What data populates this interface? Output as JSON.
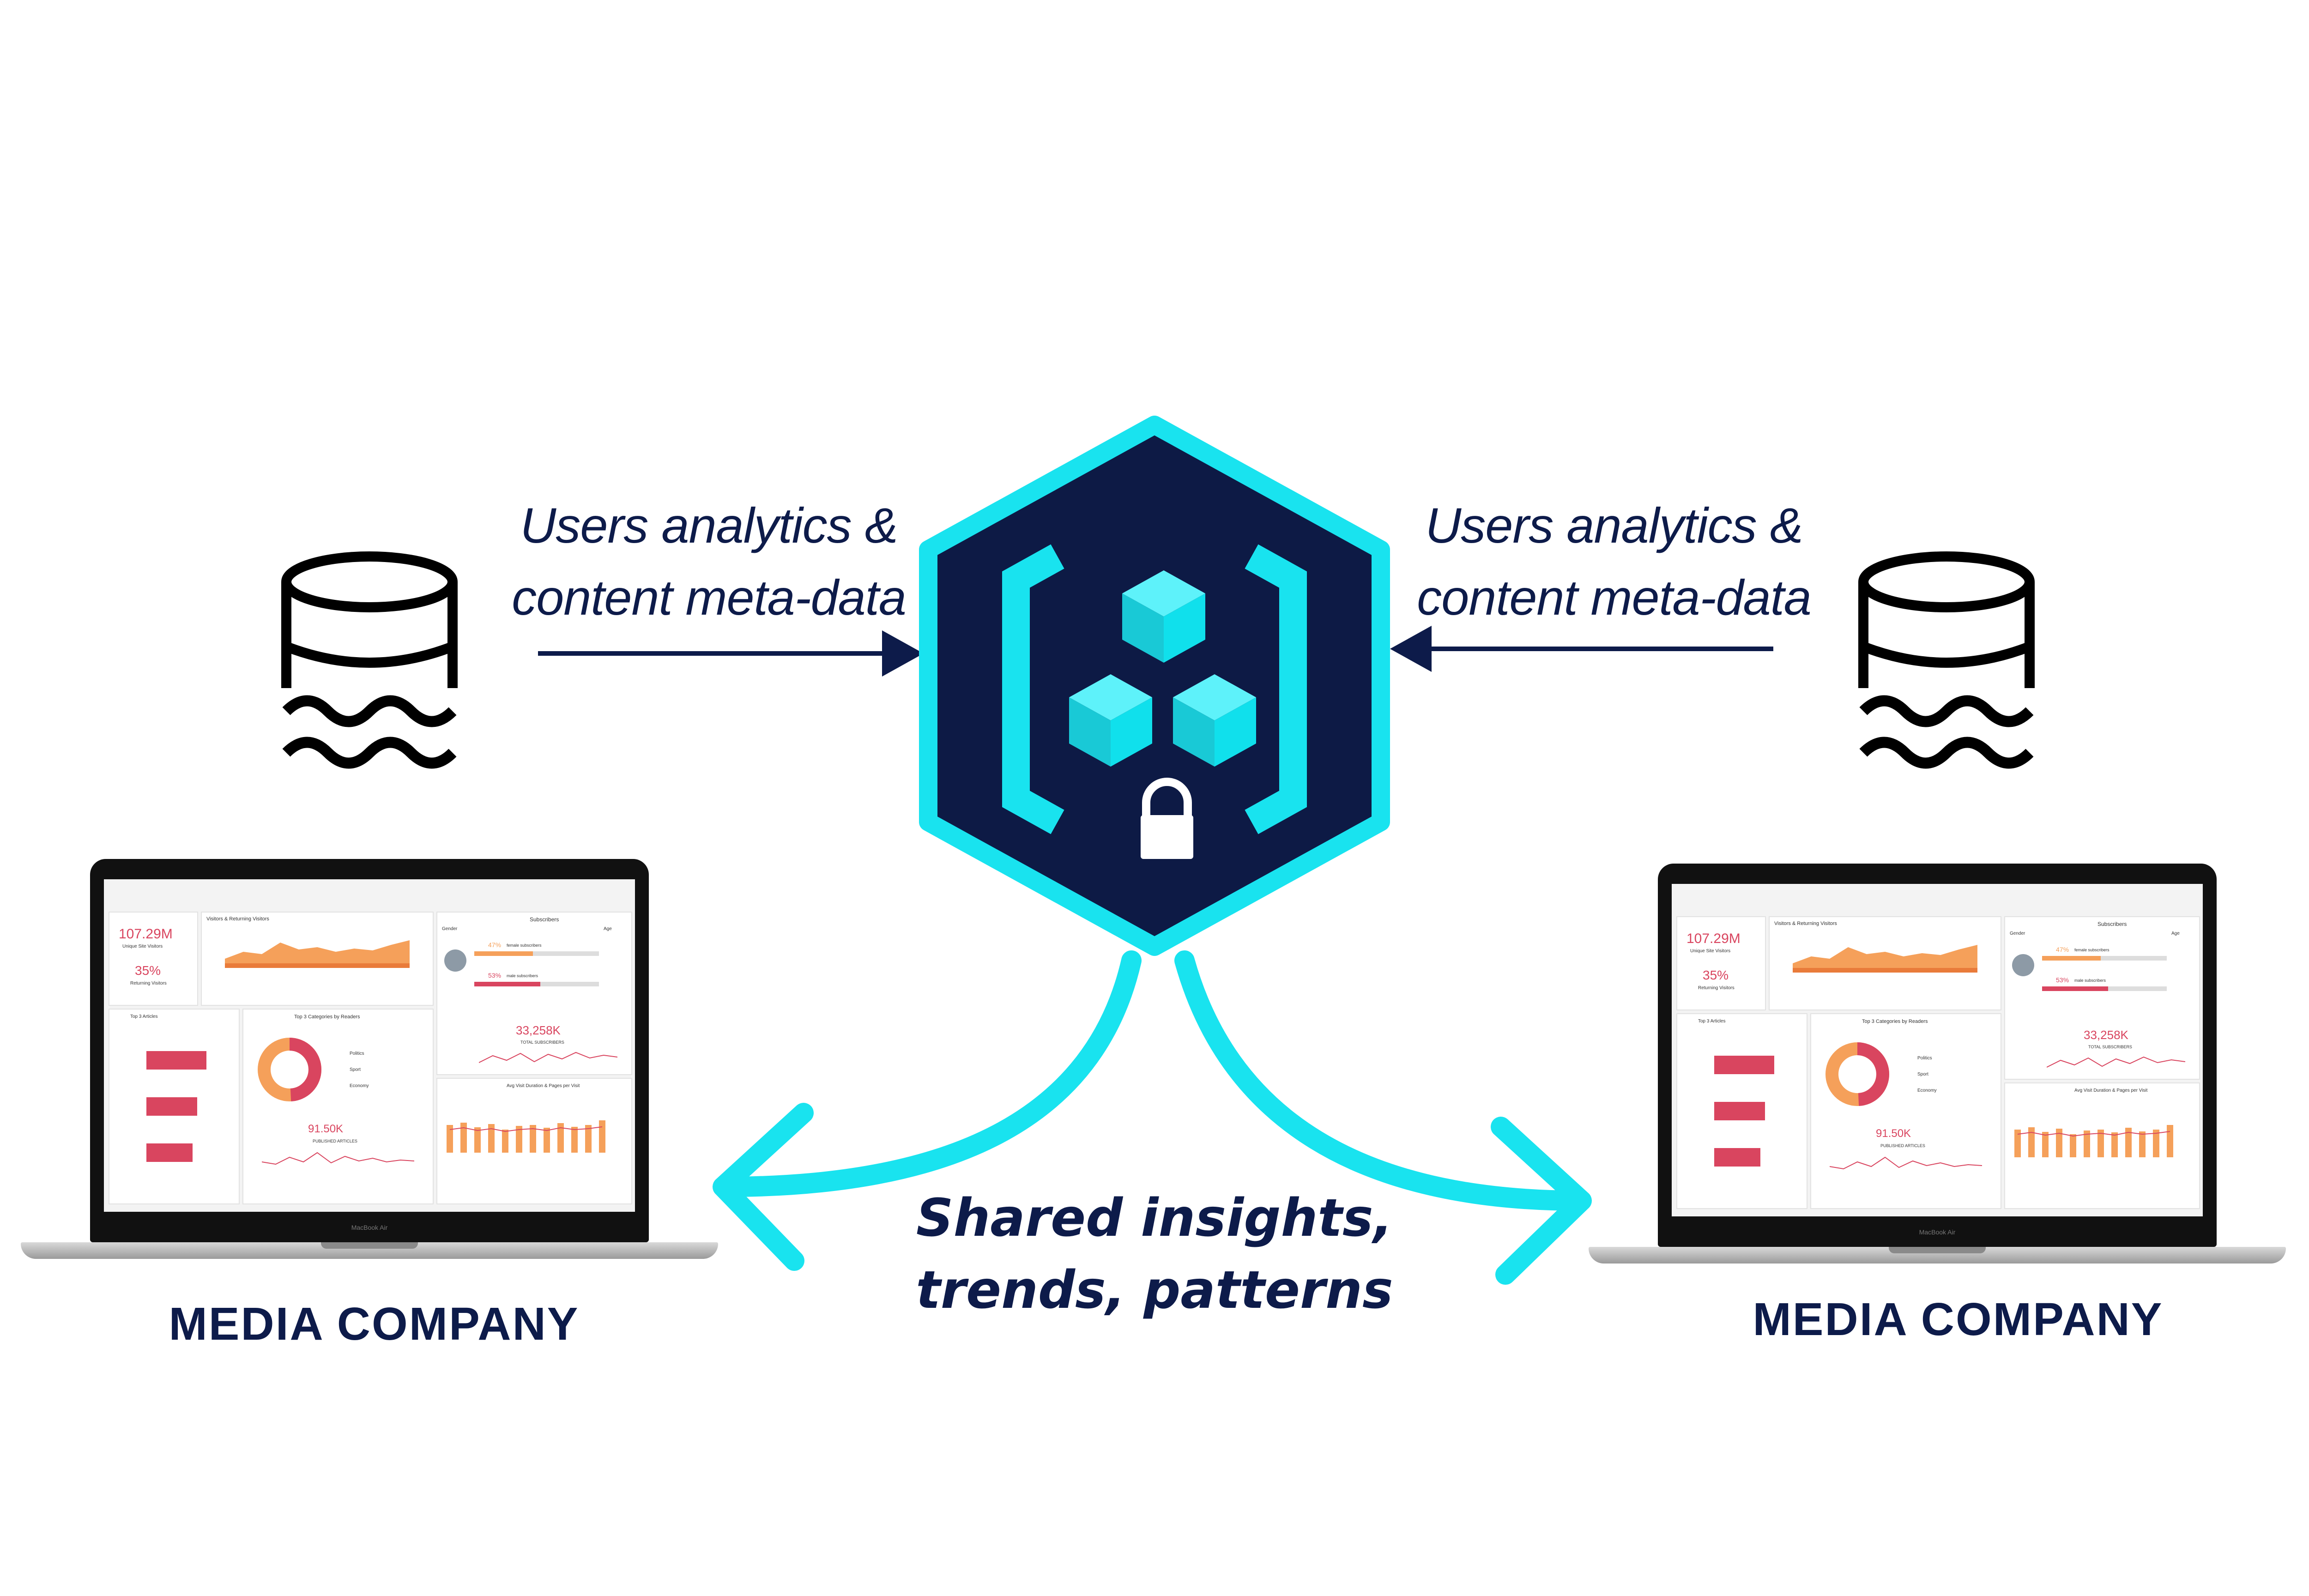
{
  "flows": {
    "left_label_line1": "Users analytics &",
    "left_label_line2": "content meta-data",
    "right_label_line1": "Users analytics &",
    "right_label_line2": "content meta-data"
  },
  "shared": {
    "line1": "Shared insights,",
    "line2": "trends, patterns"
  },
  "companies": {
    "left": "MEDIA COMPANY",
    "right": "MEDIA COMPANY"
  },
  "dashboard": {
    "brand": "MacBook Air",
    "visitors_value": "107.29M",
    "visitors_label": "Unique Site Visitors",
    "returning_value": "35%",
    "returning_label": "Returning Visitors",
    "chart1_title": "Visitors & Returning Visitors",
    "subscribers_title": "Subscribers",
    "gender_label": "Gender",
    "age_label": "Age",
    "female_pct": "47%",
    "female_label": "female subscribers",
    "male_pct": "53%",
    "male_label": "male subscribers",
    "total_subs_value": "33,258K",
    "total_subs_label": "TOTAL SUBSCRIBERS",
    "articles_title": "Top 3 Articles",
    "categories_title": "Top 3 Categories by Readers",
    "cat1": "Politics",
    "cat2": "Sport",
    "cat3": "Economy",
    "published_value": "91.50K",
    "published_label": "PUBLISHED ARTICLES",
    "duration_title": "Avg Visit Duration & Pages per Visit"
  },
  "colors": {
    "navy": "#0d1b4a",
    "cyan": "#19e3ef",
    "hex_fill": "#0d1a45",
    "dash_red": "#d9455f",
    "dash_orange": "#f5a05a"
  },
  "icons": [
    "database-icon",
    "secure-enclave-hexagon-icon",
    "lock-icon",
    "cube-icon"
  ]
}
